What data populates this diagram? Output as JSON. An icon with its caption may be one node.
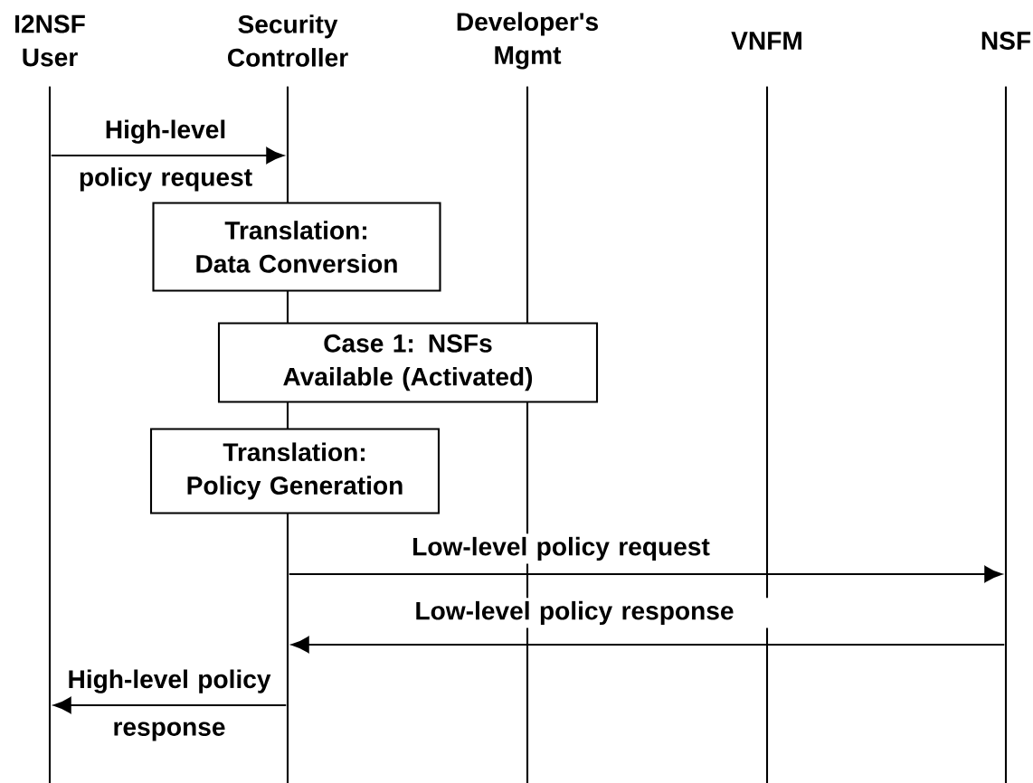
{
  "diagram": {
    "nodes": [
      {
        "text": [],
        "shape": "line",
        "beside": [
          "I2NSF User"
        ]
      },
      {
        "text": [],
        "shape": "line",
        "beside": [
          "Security Controller"
        ]
      },
      {
        "text": [],
        "shape": "line",
        "beside": [
          "Developer's Mgmt"
        ]
      },
      {
        "text": [],
        "shape": "line",
        "beside": [
          "VNFM"
        ]
      },
      {
        "text": [],
        "shape": "line",
        "beside": [
          "NSF"
        ]
      },
      {
        "text": [
          "Translation: Data Conversion"
        ]
      },
      {
        "text": [
          "Case 1: NSFs Available (Activated)"
        ]
      },
      {
        "text": [
          "Translation: Policy Generation"
        ]
      }
    ],
    "edges": [
      {
        "from": 0,
        "to": 1,
        "arrow": "to",
        "label": "High-level policy request"
      },
      {
        "from": 1,
        "to": 4,
        "arrow": "to",
        "label": "Low-level policy request"
      },
      {
        "from": 4,
        "to": 1,
        "arrow": "to",
        "label": "Low-level policy response"
      },
      {
        "from": 1,
        "to": 0,
        "arrow": "to",
        "label": "High-level policy response"
      }
    ]
  }
}
